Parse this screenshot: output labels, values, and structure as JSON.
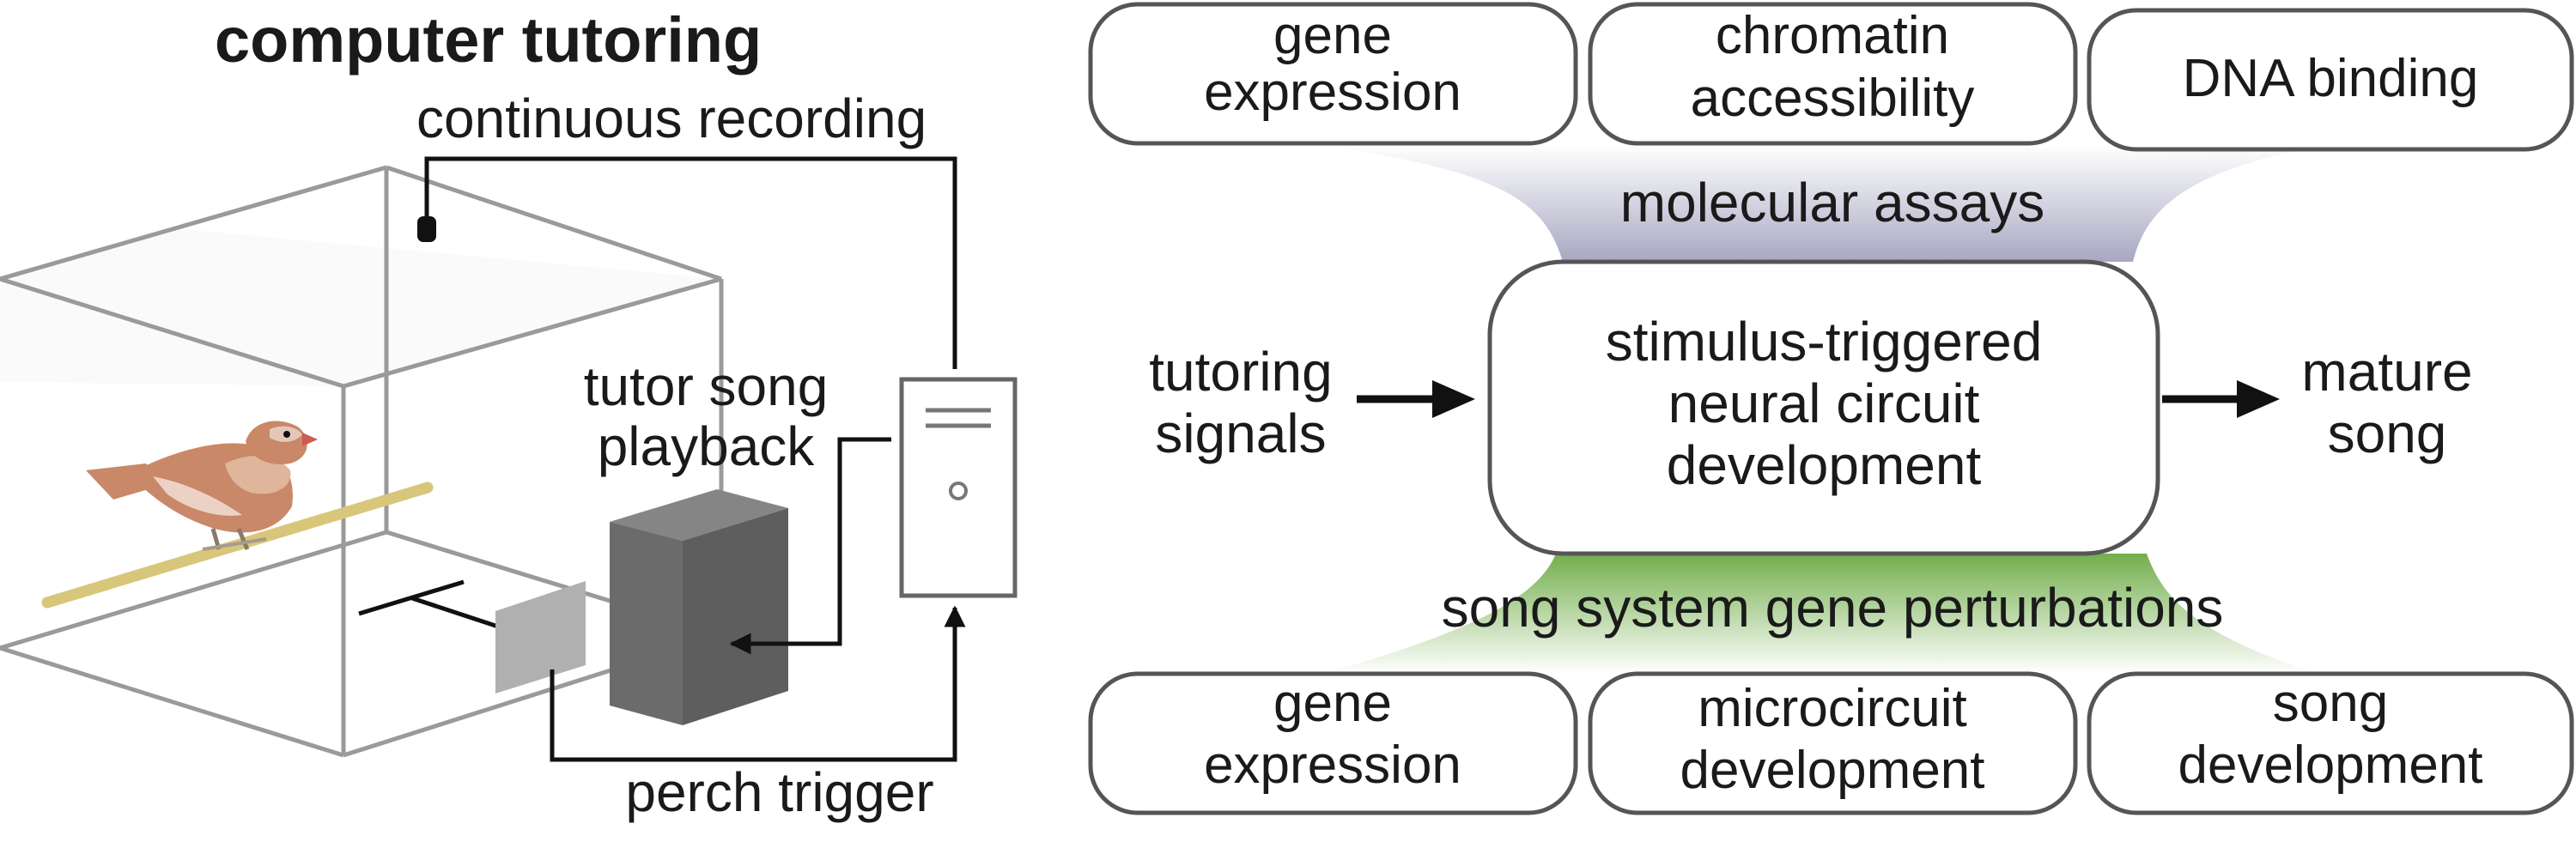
{
  "left_panel": {
    "title": "computer tutoring",
    "continuous_recording": "continuous recording",
    "tutor_song_line1": "tutor song",
    "tutor_song_line2": "playback",
    "perch_trigger": "perch trigger"
  },
  "right_panel": {
    "top_boxes": [
      {
        "line1": "gene",
        "line2": "expression"
      },
      {
        "line1": "chromatin",
        "line2": "accessibility"
      },
      {
        "line1": "DNA binding",
        "line2": ""
      }
    ],
    "molecular_assays": "molecular assays",
    "input_line1": "tutoring",
    "input_line2": "signals",
    "center_line1": "stimulus-triggered",
    "center_line2": "neural circuit",
    "center_line3": "development",
    "output_line1": "mature",
    "output_line2": "song",
    "perturbations": "song system gene perturbations",
    "bottom_boxes": [
      {
        "line1": "gene",
        "line2": "expression"
      },
      {
        "line1": "microcircuit",
        "line2": "development"
      },
      {
        "line1": "song",
        "line2": "development"
      }
    ]
  },
  "colors": {
    "assay_fan": "#3c3c78",
    "perturbation_fan": "#5aa02d",
    "perch": "#d8c77a",
    "speaker": "#6b6b6b",
    "bird_body": "#c98868"
  }
}
